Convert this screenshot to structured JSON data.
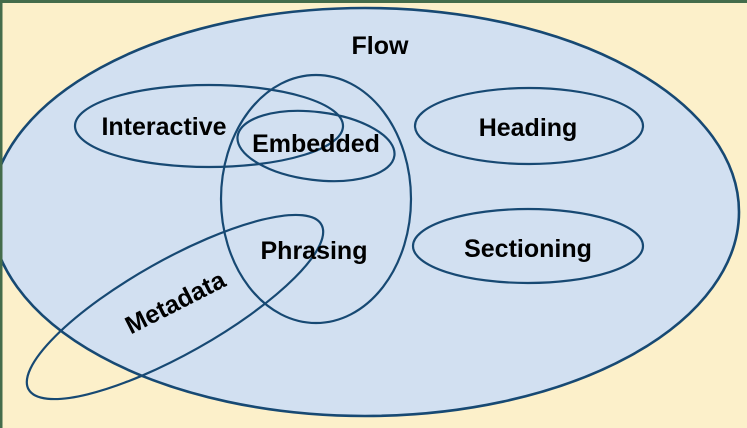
{
  "diagram": {
    "kind": "venn-euler-diagram",
    "title": "Flow",
    "sets": [
      {
        "id": "flow",
        "label": "Flow"
      },
      {
        "id": "interactive",
        "label": "Interactive"
      },
      {
        "id": "embedded",
        "label": "Embedded"
      },
      {
        "id": "heading",
        "label": "Heading"
      },
      {
        "id": "phrasing",
        "label": "Phrasing"
      },
      {
        "id": "sectioning",
        "label": "Sectioning"
      },
      {
        "id": "metadata",
        "label": "Metadata"
      }
    ],
    "relations": {
      "inside_flow": [
        "interactive",
        "embedded",
        "heading",
        "phrasing",
        "sectioning"
      ],
      "embedded_inside": "phrasing",
      "interactive_overlaps": [
        "embedded",
        "phrasing"
      ],
      "metadata_partially_outside": "flow"
    },
    "colors": {
      "background_cream": "#FCF0CA",
      "flow_fill_blue": "#D2E0F1",
      "outline_navy": "#174973",
      "frame_green": "#446C4B",
      "label_text": "#000000"
    }
  }
}
